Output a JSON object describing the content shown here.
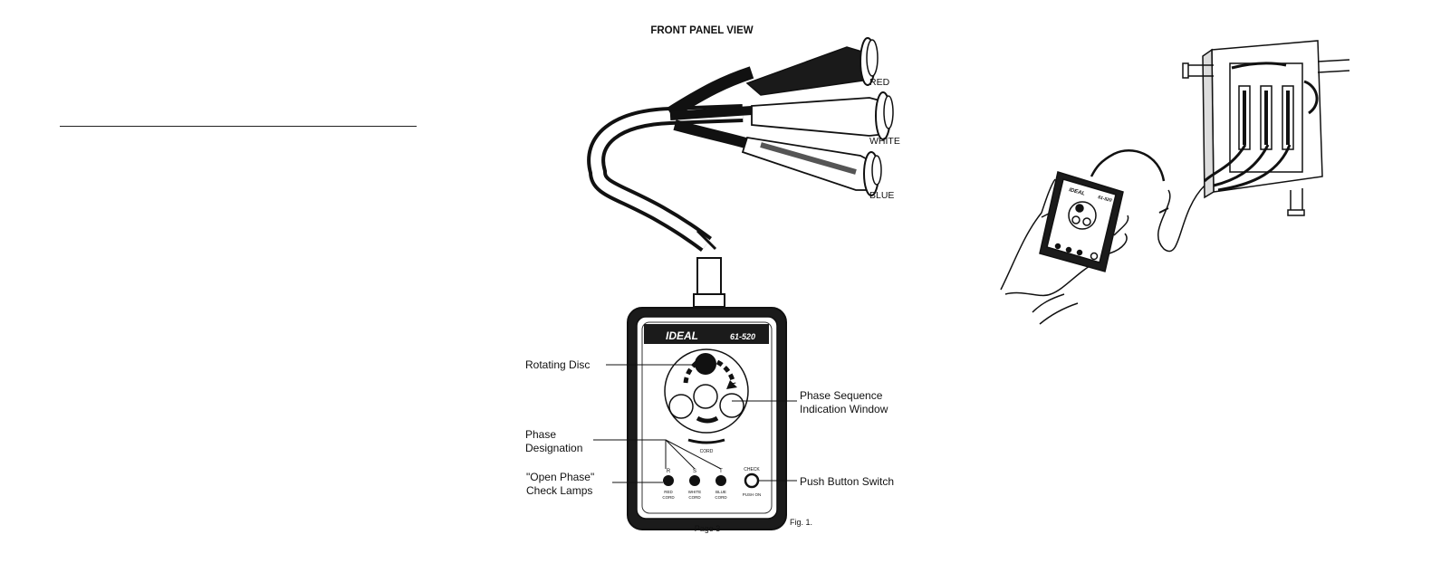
{
  "figure": {
    "title": "FRONT PANEL VIEW",
    "cord_labels": {
      "red": "RED",
      "white": "WHITE",
      "blue": "BLUE"
    },
    "device": {
      "brand": "IDEAL",
      "model": "61-520",
      "cord_text": "CORD",
      "phase_letters": [
        "R",
        "S",
        "T"
      ],
      "lamp_labels": [
        [
          "RED",
          "CORD"
        ],
        [
          "WHITE",
          "CORD"
        ],
        [
          "BLUE",
          "CORD"
        ]
      ],
      "check_label": "CHECK",
      "push_on_label": "PUSH ON"
    },
    "callouts": {
      "rotating_disc": "Rotating Disc",
      "phase_sequence_line1": "Phase Sequence",
      "phase_sequence_line2": "Indication Window",
      "phase_line1": "Phase",
      "phase_line2": "Designation",
      "open_phase_line1": "\"Open Phase\"",
      "open_phase_line2": "Check Lamps",
      "push_button": "Push Button Switch"
    },
    "page_label": "Page 3",
    "fig_label": "Fig. 1."
  },
  "illustration": {
    "brand": "IDEAL",
    "model": "61-520"
  }
}
